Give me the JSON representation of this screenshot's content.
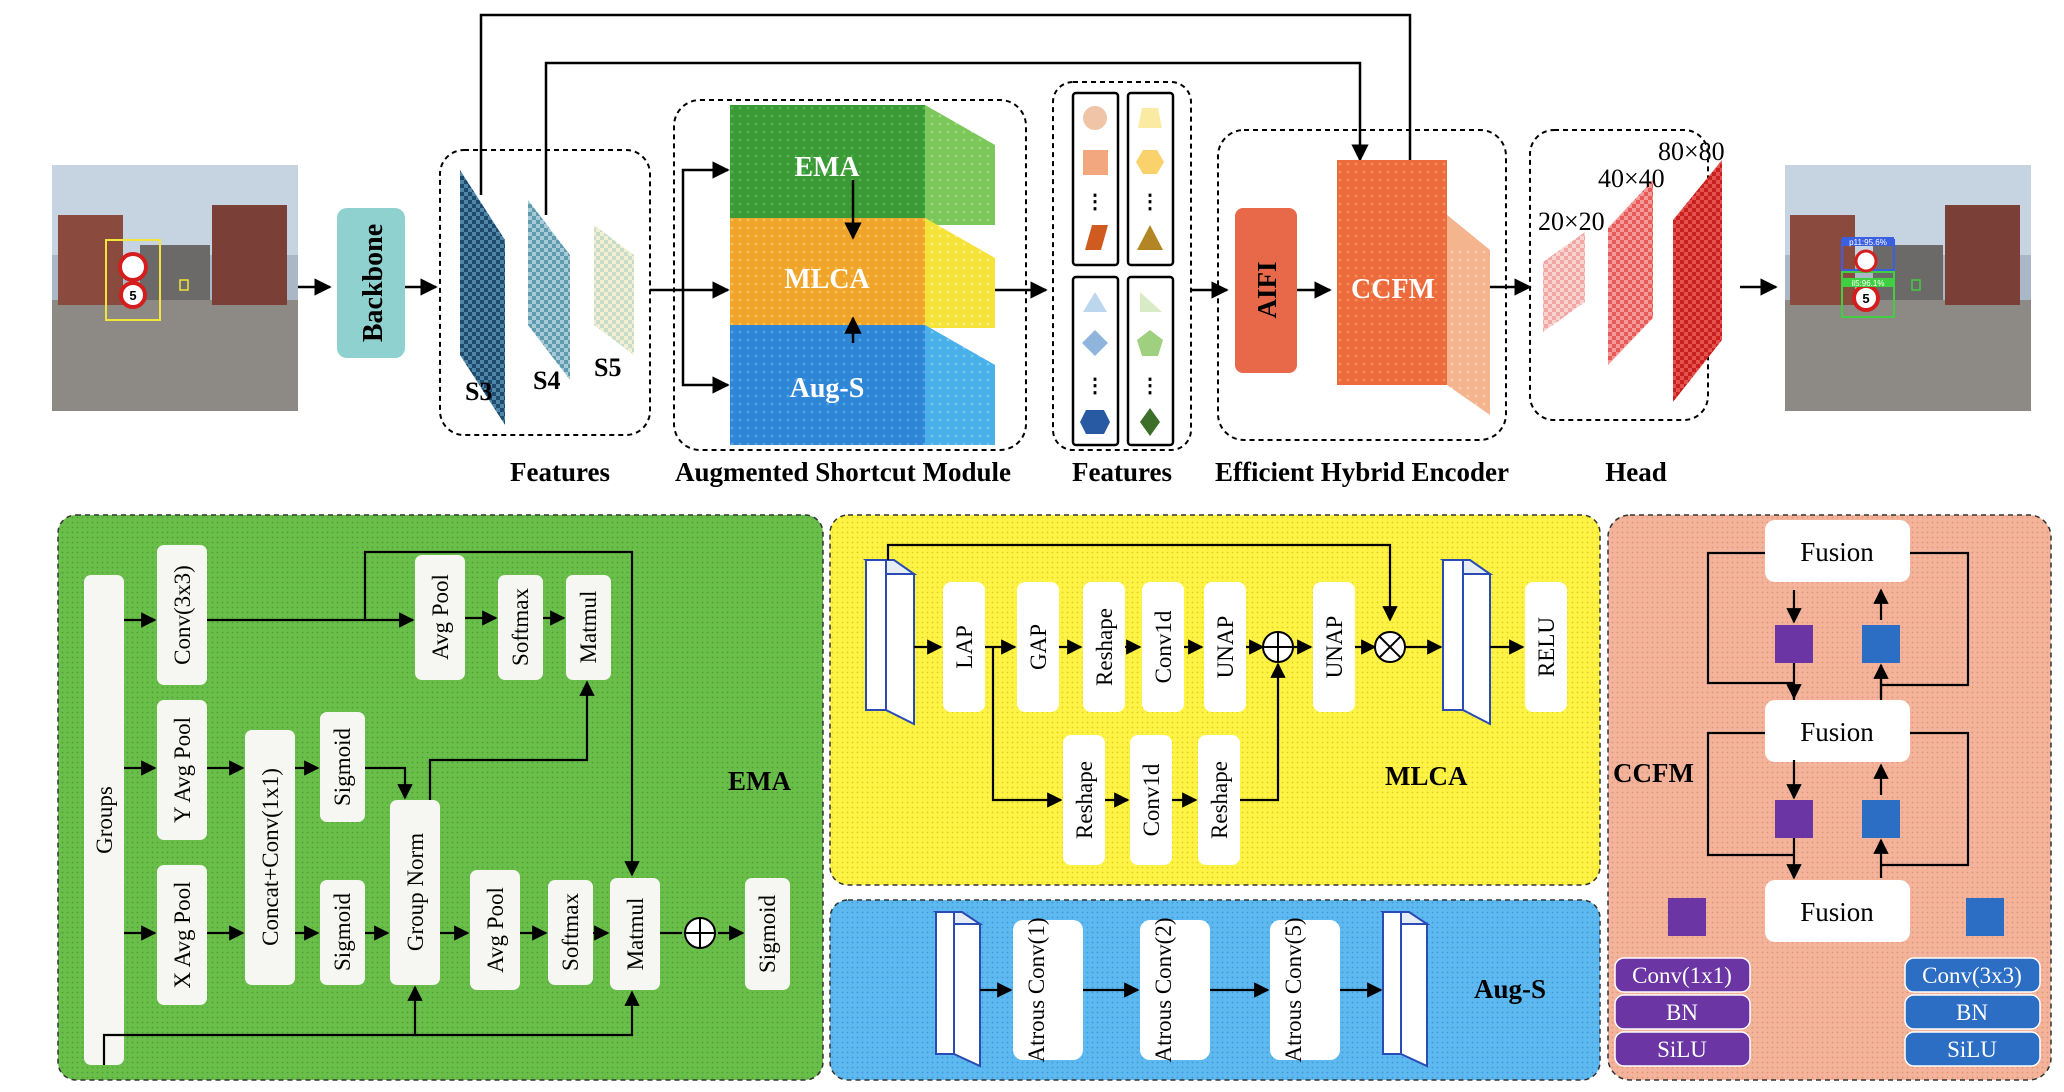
{
  "top": {
    "backbone": "Backbone",
    "scales": [
      "S3",
      "S4",
      "S5"
    ],
    "asm_modules": [
      "EMA",
      "MLCA",
      "Aug-S"
    ],
    "aifi": "AIFI",
    "ccfm": "CCFM",
    "head_sizes": [
      "20×20",
      "40×40",
      "80×80"
    ],
    "detection_labels": [
      "p11:95.6%",
      "il5:96.1%"
    ],
    "captions": [
      "Features",
      "Augmented Shortcut Module",
      "Features",
      "Efficient Hybrid Encoder",
      "Head"
    ]
  },
  "ema": {
    "title": "EMA",
    "groups": "Groups",
    "conv3": "Conv(3x3)",
    "avgpool": "Avg Pool",
    "softmax": "Softmax",
    "matmul": "Matmul",
    "yavg": "Y Avg Pool",
    "xavg": "X Avg Pool",
    "concat": "Concat+Conv(1x1)",
    "sigmoid": "Sigmoid",
    "groupnorm": "Group Norm"
  },
  "mlca": {
    "title": "MLCA",
    "lap": "LAP",
    "gap": "GAP",
    "reshape": "Reshape",
    "conv1d": "Conv1d",
    "unap": "UNAP",
    "relu": "RELU"
  },
  "augs": {
    "title": "Aug-S",
    "atrous": [
      "Atrous Conv(1)",
      "Atrous Conv(2)",
      "Atrous Conv(5)"
    ]
  },
  "ccfm": {
    "title": "CCFM",
    "fusion": "Fusion",
    "left_stack": [
      "Conv(1x1)",
      "BN",
      "SiLU"
    ],
    "right_stack": [
      "Conv(3x3)",
      "BN",
      "SiLU"
    ]
  },
  "colors": {
    "ema_green": "#6abf4b",
    "mlca_yellow": "#fff345",
    "augs_blue": "#5eb9f1",
    "ccfm_salmon": "#f3b49b",
    "backbone_teal": "#8fd1cf",
    "aifi_orange": "#e8694a",
    "purple": "#6b35a3",
    "blue": "#2d6ec5"
  }
}
